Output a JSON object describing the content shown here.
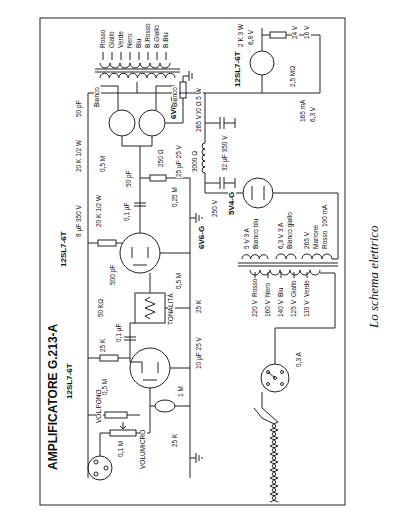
{
  "diagram": {
    "title": "AMPLIFICATORE G.213-A",
    "caption": "Lo schema elettrico",
    "labels": [
      "12SL7-6T",
      "12SL7-6T",
      "6V6-G",
      "6V6-G",
      "5V4-G",
      "12SL7-6T",
      "VOLUMICRO",
      "VOL.FONO",
      "TONALITÀ",
      "Rosso",
      "Giallo",
      "Verde",
      "Nero",
      "Blu",
      "B.Rosso",
      "B.Giallo",
      "B.Blu",
      "Bianco",
      "Bianco",
      "0,1 M",
      "25 K",
      "0,5 M",
      "1 M",
      "25 K",
      "0,1 µF",
      "50 KΩ",
      "0,5 M",
      "500 pF",
      "25 K",
      "10 µF 25 V",
      "20 K 1/2 W",
      "0,1 µF",
      "0,25 M",
      "50 pF",
      "0,5 M",
      "250 Ω",
      "25 µF 25 V",
      "20 K 1/2 W",
      "8 µF 350 V",
      "300 Ω 5 W",
      "50 pF",
      "220 V",
      "160 V",
      "140 V",
      "125 V",
      "110 V",
      "Rosso",
      "Nero",
      "Blu",
      "Giallo",
      "Verde",
      "5 V 3 A",
      "Bianco blu",
      "6,3 V 3 A",
      "Bianco giallo",
      "265 V",
      "Marrone",
      "Rosso",
      "100 mA",
      "3000 Ω",
      "32 µF 350 V",
      "265 V",
      "165 mA",
      "6,3 V",
      "2 K 3 W",
      "6,8 V",
      "24 V",
      "2,5 MΩ",
      "16 V",
      "0,3 A",
      "250 V"
    ]
  }
}
